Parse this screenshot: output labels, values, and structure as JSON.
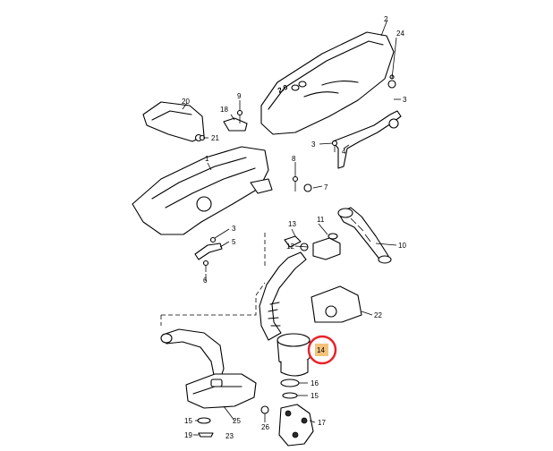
{
  "diagram": {
    "highlight_label": "14",
    "highlight_ring_color": "#e8232a",
    "highlight_fill_color": "#f4c27a",
    "callouts": {
      "c2": "2",
      "c24": "24",
      "c20": "20",
      "c9": "9",
      "c18": "18",
      "c21": "21",
      "c3a": "3",
      "c4": "4",
      "c1": "1",
      "c8": "8",
      "c7": "7",
      "c3b": "3",
      "c5": "5",
      "c6": "6",
      "c13": "13",
      "c11": "11",
      "c12": "12",
      "c10": "10",
      "c22": "22",
      "c16": "16",
      "c15a": "15",
      "c17": "17",
      "c15b": "15",
      "c25": "25",
      "c26": "26",
      "c19": "19",
      "c23": "23"
    }
  }
}
